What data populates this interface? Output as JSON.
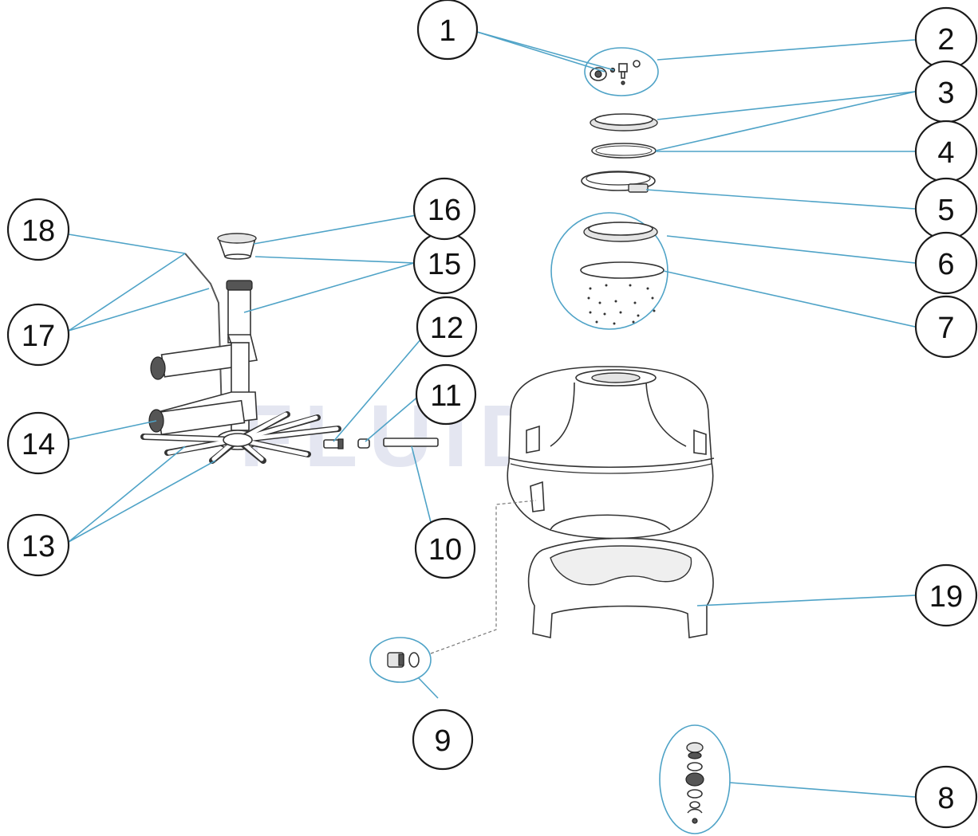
{
  "watermark": "FLUIDRA",
  "callouts": [
    {
      "label": "1"
    },
    {
      "label": "2"
    },
    {
      "label": "3"
    },
    {
      "label": "4"
    },
    {
      "label": "5"
    },
    {
      "label": "6"
    },
    {
      "label": "7"
    },
    {
      "label": "8"
    },
    {
      "label": "9"
    },
    {
      "label": "10"
    },
    {
      "label": "11"
    },
    {
      "label": "12"
    },
    {
      "label": "13"
    },
    {
      "label": "14"
    },
    {
      "label": "15"
    },
    {
      "label": "16"
    },
    {
      "label": "17"
    },
    {
      "label": "18"
    },
    {
      "label": "19"
    }
  ]
}
